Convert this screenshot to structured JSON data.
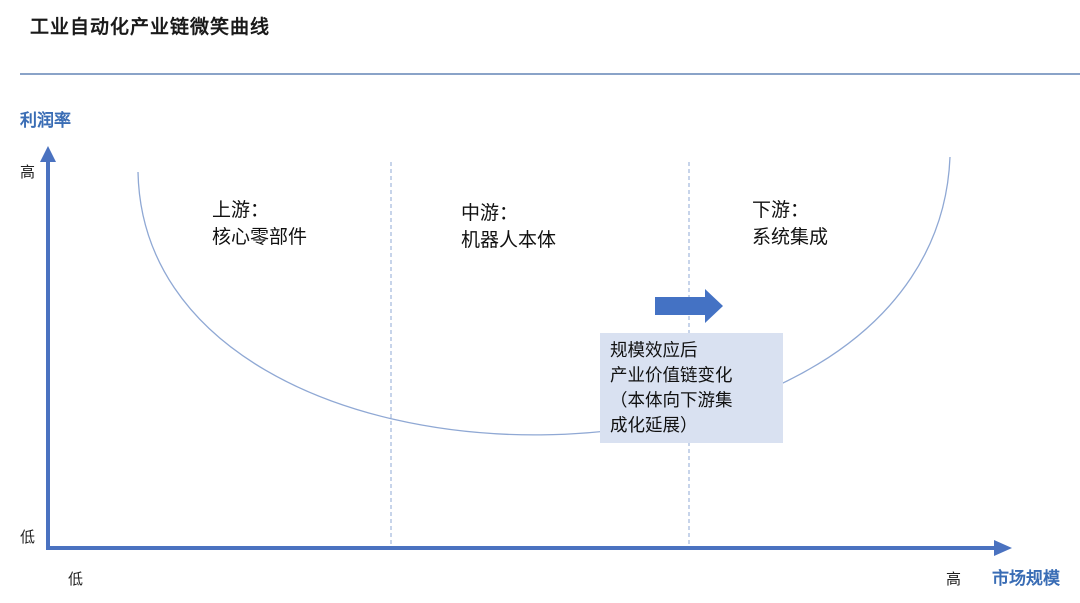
{
  "title": "工业自动化产业链微笑曲线",
  "axes": {
    "y_label": "利润率",
    "x_label": "市场规模",
    "y_high": "高",
    "y_low": "低",
    "x_low": "低",
    "x_high": "高"
  },
  "segments": [
    {
      "heading": "上游：",
      "content": "核心零部件"
    },
    {
      "heading": "中游：",
      "content": "机器人本体"
    },
    {
      "heading": "下游：",
      "content": "系统集成"
    }
  ],
  "note": {
    "lines": [
      "规模效应后",
      "产业价值链变化",
      "（本体向下游集",
      "成化延展）"
    ]
  },
  "colors": {
    "accent": "#3a6db5",
    "axis": "#4a72c0",
    "curve": "#8fa8d4",
    "note_bg": "#d9e1f1"
  }
}
